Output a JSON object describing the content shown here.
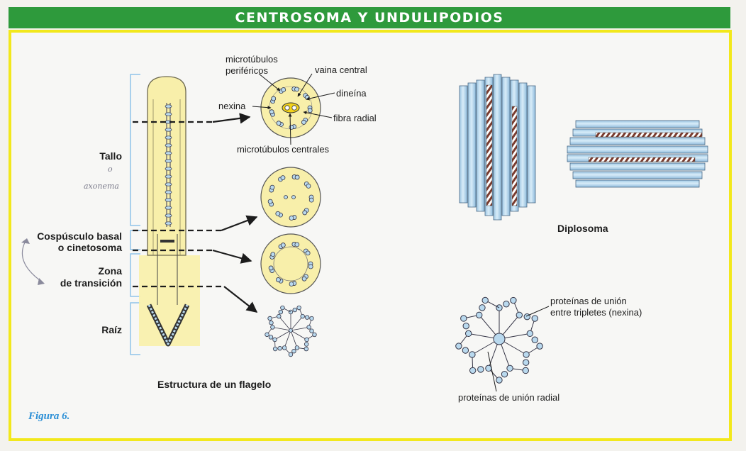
{
  "title": "CENTROSOMA Y UNDULIPODIOS",
  "figure_label": "Figura 6.",
  "flagellum": {
    "regions": {
      "tallo": "Tallo",
      "corpusculo_line1": "Cospúsculo basal",
      "corpusculo_line2": "o cinetosoma",
      "zona_line1": "Zona",
      "zona_line2": "de transición",
      "raiz": "Raíz"
    },
    "caption": "Estructura de un flagelo",
    "handwriting": {
      "line1": "o",
      "line2": "axonema"
    }
  },
  "cross_section_labels": {
    "microtubulos_perifericos_1": "microtúbulos",
    "microtubulos_perifericos_2": "periféricos",
    "vaina_central": "vaina central",
    "dineina": "dineína",
    "nexina": "nexina",
    "fibra_radial": "fibra radial",
    "microtubulos_centrales": "microtúbulos centrales"
  },
  "diplosoma": {
    "caption": "Diplosoma"
  },
  "basal_body": {
    "label_nexina_1": "proteínas de unión",
    "label_nexina_2": "entre tripletes (nexina)",
    "label_radial": "proteínas de unión radial"
  },
  "colors": {
    "header_green": "#2e9a3c",
    "frame_yellow": "#f2e81c",
    "section_fill": "#f8efaa",
    "tubule_blue": "#b9d9ee",
    "figure_label_blue": "#2b8fd6"
  }
}
